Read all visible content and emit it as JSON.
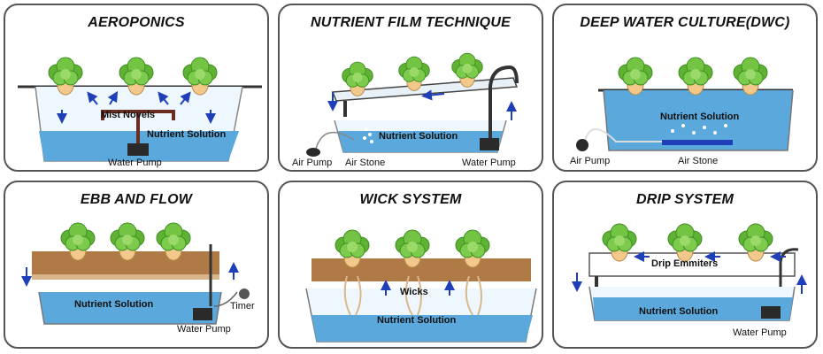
{
  "colors": {
    "water": "#5aa8dc",
    "water_light": "#d6ecf8",
    "lettuce": "#6cbd3c",
    "lettuce_dark": "#3f8f22",
    "soil": "#b07a47",
    "arrow": "#1f3fb8",
    "pump": "#2a2a2a"
  },
  "panels": {
    "aeroponics": {
      "title": "AEROPONICS",
      "labels": {
        "mist": "Mist Novels",
        "solution": "Nutrient Solution",
        "pump": "Water Pump"
      }
    },
    "nft": {
      "title": "NUTRIENT FILM TECHNIQUE",
      "labels": {
        "solution": "Nutrient Solution",
        "air_pump": "Air Pump",
        "air_stone": "Air Stone",
        "pump": "Water Pump"
      }
    },
    "dwc": {
      "title": "DEEP WATER CULTURE(DWC)",
      "labels": {
        "solution": "Nutrient Solution",
        "air_pump": "Air Pump",
        "air_stone": "Air Stone"
      }
    },
    "ebb": {
      "title": "EBB AND FLOW",
      "labels": {
        "solution": "Nutrient Solution",
        "timer": "Timer",
        "pump": "Water Pump"
      }
    },
    "wick": {
      "title": "WICK SYSTEM",
      "labels": {
        "wicks": "Wicks",
        "solution": "Nutrient Solution"
      }
    },
    "drip": {
      "title": "DRIP SYSTEM",
      "labels": {
        "emitters": "Drip  Emmiters",
        "solution": "Nutrient Solution",
        "pump": "Water Pump"
      }
    }
  }
}
